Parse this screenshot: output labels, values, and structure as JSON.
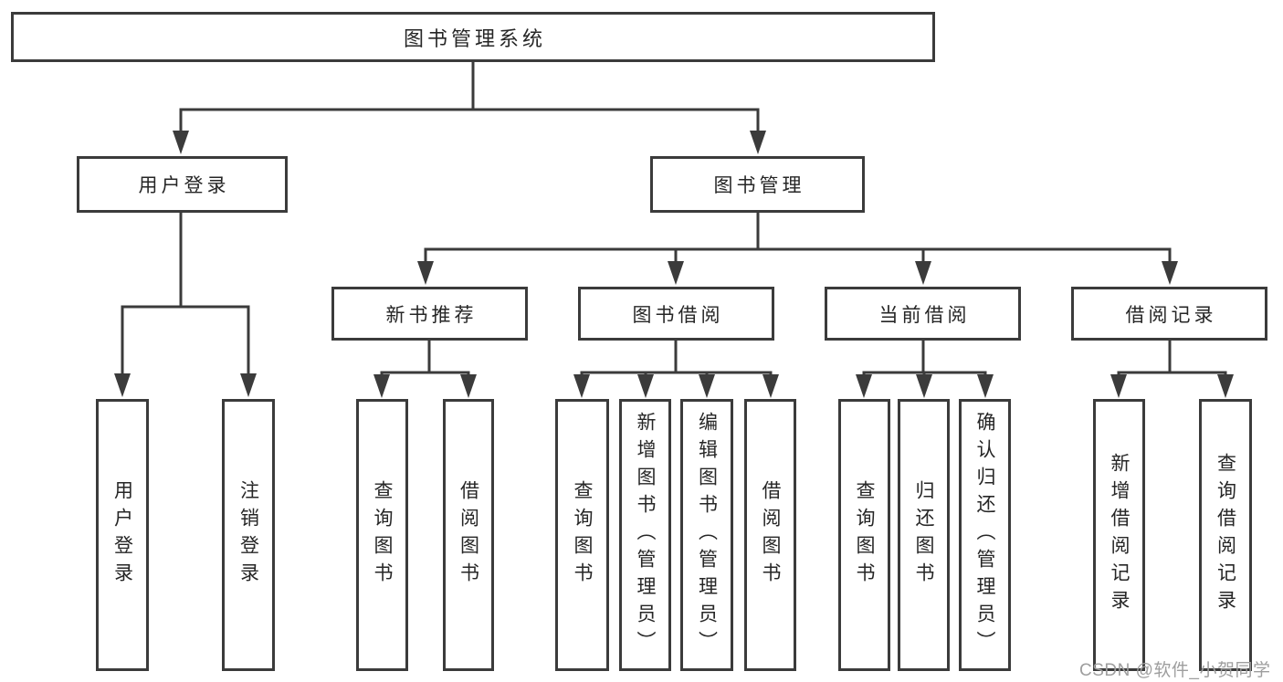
{
  "diagram": {
    "nodes": {
      "root": "图书管理系统",
      "user_login": "用户登录",
      "book_mgmt": "图书管理",
      "new_book_rec": "新书推荐",
      "book_borrow": "图书借阅",
      "current_borrow": "当前借阅",
      "borrow_record": "借阅记录",
      "login": "用户登录",
      "logout": "注销登录",
      "rec_query_book": "查询图书",
      "rec_borrow_book": "借阅图书",
      "bb_query_book": "查询图书",
      "bb_add_book": "新增图书（管理员）",
      "bb_edit_book": "编辑图书（管理员）",
      "bb_borrow_book": "借阅图书",
      "cb_query_book": "查询图书",
      "cb_return_book": "归还图书",
      "cb_confirm_return": "确认归还（管理员）",
      "br_add_record": "新增借阅记录",
      "br_query_record": "查询借阅记录"
    }
  },
  "watermark": "CSDN @软件_小贺同学",
  "colors": {
    "line": "#3b3b3b",
    "text": "#262626",
    "background": "#ffffff",
    "watermark": "#9e9e9e"
  }
}
